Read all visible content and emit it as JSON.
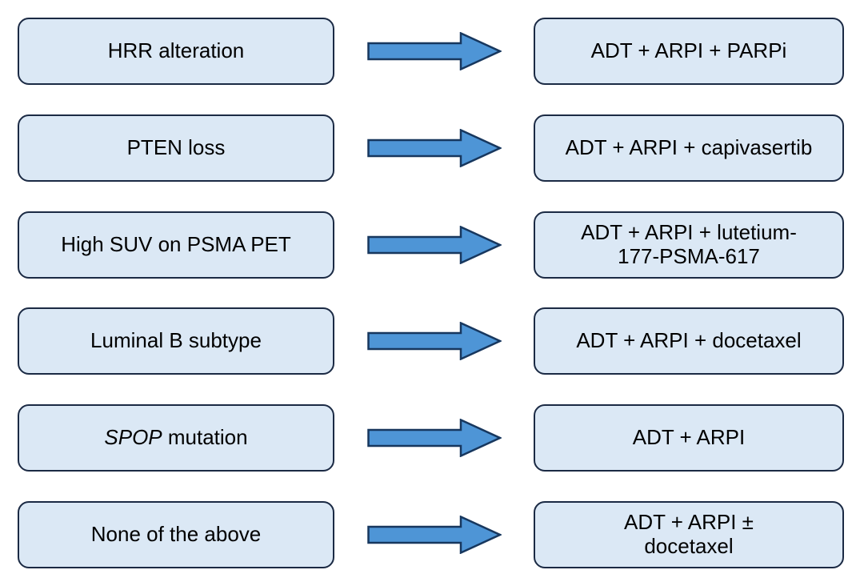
{
  "colors": {
    "box_fill": "#dbe8f5",
    "box_border": "#1b2a44",
    "arrow_fill": "#4e95d6",
    "arrow_border": "#17375e",
    "text": "#000000",
    "background": "#ffffff"
  },
  "icons": {
    "arrow": "right-block-arrow"
  },
  "rows": [
    {
      "condition_parts": [
        {
          "text": "HRR alteration",
          "italic": false
        }
      ],
      "treatment_lines": [
        "ADT + ARPI + PARPi"
      ]
    },
    {
      "condition_parts": [
        {
          "text": "PTEN loss",
          "italic": false
        }
      ],
      "treatment_lines": [
        "ADT + ARPI + capivasertib"
      ]
    },
    {
      "condition_parts": [
        {
          "text": "High SUV on PSMA PET",
          "italic": false
        }
      ],
      "treatment_lines": [
        "ADT + ARPI + lutetium-",
        "177-PSMA-617"
      ]
    },
    {
      "condition_parts": [
        {
          "text": "Luminal B subtype",
          "italic": false
        }
      ],
      "treatment_lines": [
        "ADT + ARPI + docetaxel"
      ]
    },
    {
      "condition_parts": [
        {
          "text": "SPOP",
          "italic": true
        },
        {
          "text": " mutation",
          "italic": false
        }
      ],
      "treatment_lines": [
        "ADT + ARPI"
      ]
    },
    {
      "condition_parts": [
        {
          "text": "None of the above",
          "italic": false
        }
      ],
      "treatment_lines": [
        "ADT + ARPI ±",
        "docetaxel"
      ]
    }
  ]
}
